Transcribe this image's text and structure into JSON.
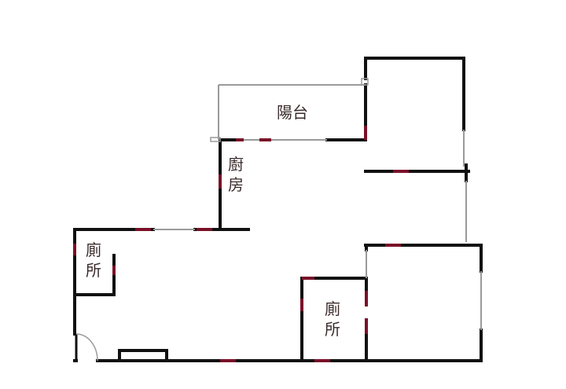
{
  "rooms": {
    "balcony": "陽台",
    "kitchen_line1": "廚",
    "kitchen_line2": "房",
    "toilet_left_line1": "廁",
    "toilet_left_line2": "所",
    "toilet_right_line1": "廁",
    "toilet_right_line2": "所"
  },
  "colors": {
    "wall": "#111111",
    "accent": "#7a1028",
    "window": "#9a9a9a"
  }
}
